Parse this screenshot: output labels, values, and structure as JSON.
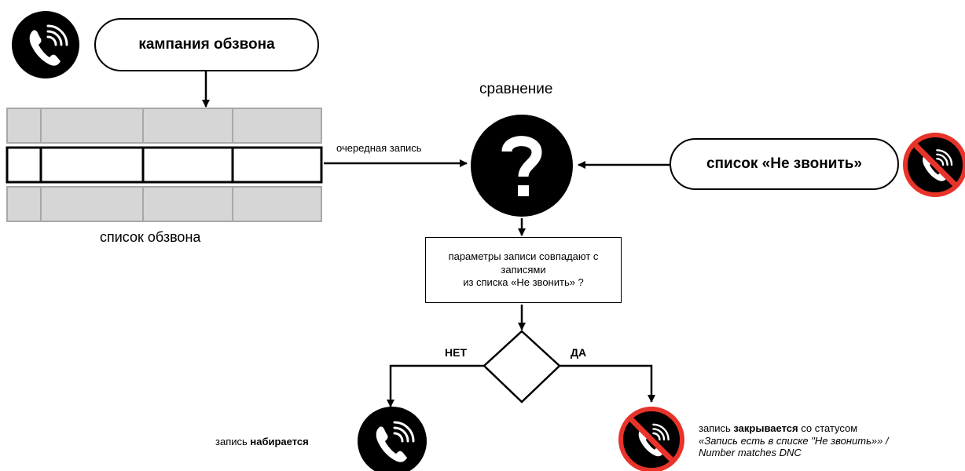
{
  "campaign": {
    "label": "кампания обзвона"
  },
  "call_list": {
    "caption": "список обзвона"
  },
  "next_record": {
    "label": "очередная запись"
  },
  "comparison": {
    "title": "сравнение"
  },
  "dnc_list": {
    "label": "список «Не звонить»"
  },
  "question": {
    "lines": [
      "параметры записи совпадают с",
      "записями",
      "из списка «Не звонить» ?"
    ]
  },
  "branches": {
    "no": "НЕТ",
    "yes": "ДА"
  },
  "dial_result": {
    "prefix": "запись",
    "bold": "набирается"
  },
  "close_result": {
    "prefix": "запись",
    "bold": "закрывается",
    "suffix": "со статусом",
    "italic_line1": "«Запись есть в списке \"Не звонить»» /",
    "italic_line2": "Number matches DNC"
  },
  "icons": {
    "phone": "phone-icon",
    "phone_blocked": "phone-blocked-icon",
    "question": "question-icon",
    "block_color": "#e8332a"
  }
}
